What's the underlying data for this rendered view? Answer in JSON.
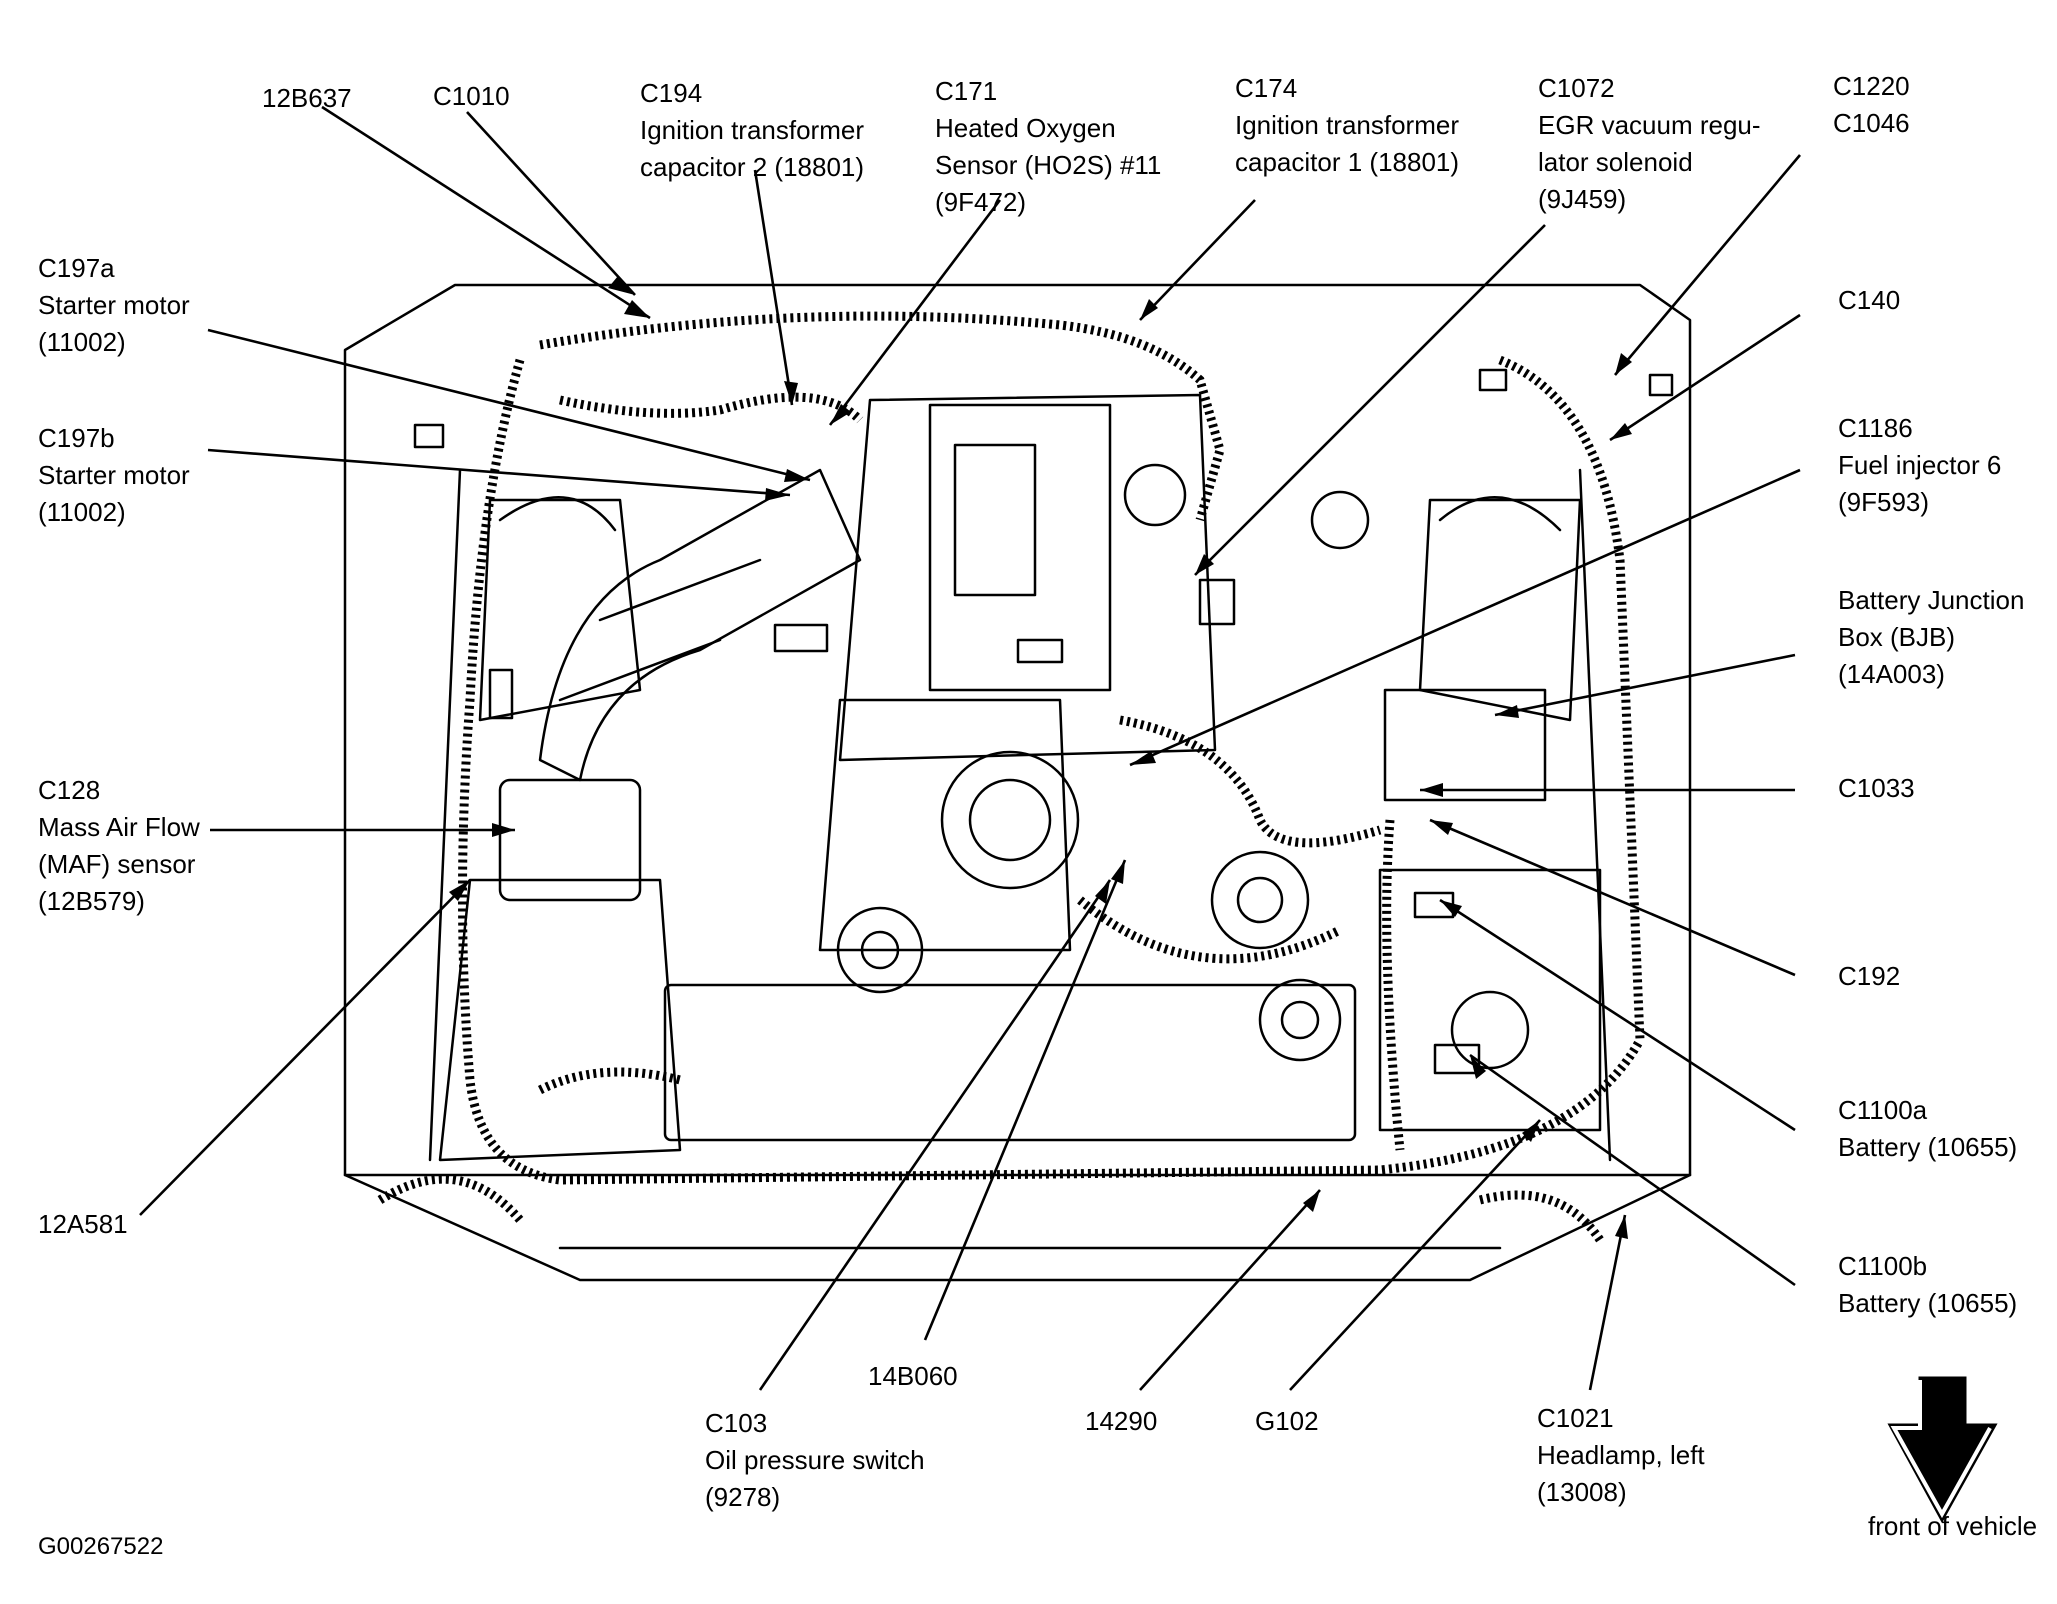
{
  "callouts": {
    "p12b637": "12B637",
    "c1010": "C1010",
    "c194": [
      "C194",
      "Ignition transformer",
      "capacitor 2 (18801)"
    ],
    "c171": [
      "C171",
      "Heated Oxygen",
      "Sensor (HO2S) #11",
      "(9F472)"
    ],
    "c174": [
      "C174",
      "Ignition transformer",
      "capacitor 1 (18801)"
    ],
    "c1072": [
      "C1072",
      "EGR vacuum regu-",
      "lator solenoid",
      "(9J459)"
    ],
    "c1220": [
      "C1220",
      "C1046"
    ],
    "c197a": [
      "C197a",
      "Starter motor",
      "(11002)"
    ],
    "c197b": [
      "C197b",
      "Starter motor",
      "(11002)"
    ],
    "c140": "C140",
    "c1186": [
      "C1186",
      "Fuel injector 6",
      "(9F593)"
    ],
    "bjb": [
      "Battery Junction",
      "Box (BJB)",
      "(14A003)"
    ],
    "c128": [
      "C128",
      "Mass Air Flow",
      "(MAF) sensor",
      "(12B579)"
    ],
    "c1033": "C1033",
    "c192": "C192",
    "c1100a": [
      "C1100a",
      "Battery (10655)"
    ],
    "c1100b": [
      "C1100b",
      "Battery (10655)"
    ],
    "p12a581": "12A581",
    "p14b060": "14B060",
    "c103": [
      "C103",
      "Oil pressure switch",
      "(9278)"
    ],
    "p14290": "14290",
    "g102": "G102",
    "c1021": [
      "C1021",
      "Headlamp, left",
      "(13008)"
    ]
  },
  "front_label": "front of vehicle",
  "figure_id": "G00267522"
}
